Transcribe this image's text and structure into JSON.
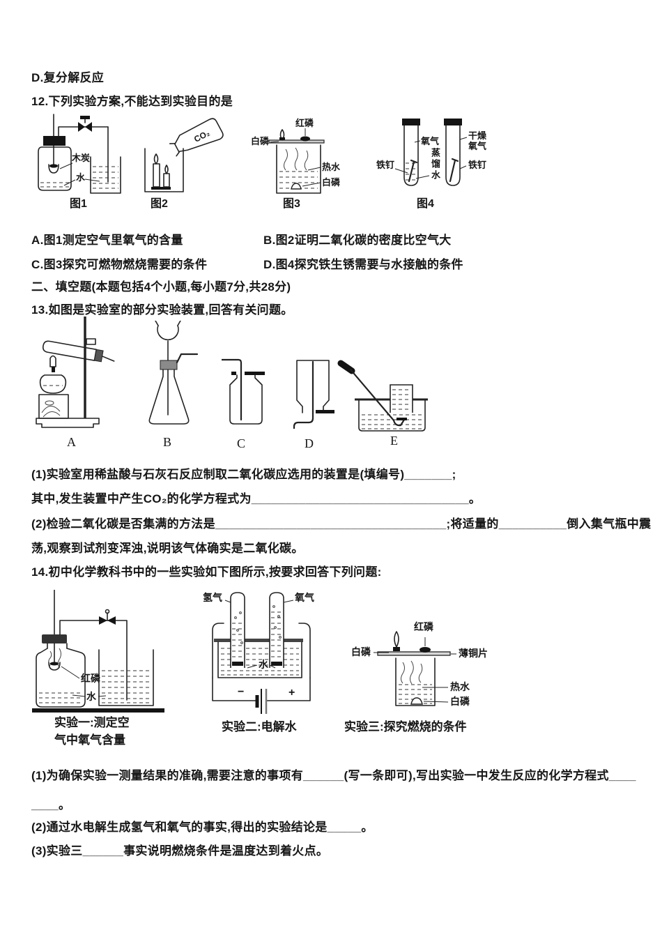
{
  "prev_question": {
    "option_d": "D.复分解反应"
  },
  "q12": {
    "stem": "12.下列实验方案,不能达到实验目的是",
    "fig1": {
      "caption": "图1",
      "labels": {
        "charcoal": "木炭",
        "water": "水"
      }
    },
    "fig2": {
      "caption": "图2",
      "labels": {
        "co2": "CO₂"
      }
    },
    "fig3": {
      "caption": "图3",
      "labels": {
        "red_phosphorus": "红磷",
        "white_phosphorus": "白磷",
        "hot_water": "热水",
        "white_phosphorus_bottom": "白磷"
      }
    },
    "fig4": {
      "caption": "图4",
      "labels": {
        "oxygen": "氧气",
        "iron_nail": "铁钉",
        "distilled_water": "蒸馏水",
        "dry_oxygen": "干燥氧气",
        "iron_nail_right": "铁钉"
      }
    },
    "options": {
      "a": "A.图1测定空气里氧气的含量",
      "b": "B.图2证明二氧化碳的密度比空气大",
      "c": "C.图3探究可燃物燃烧需要的条件",
      "d": "D.图4探究铁生锈需要与水接触的条件"
    }
  },
  "section2": {
    "title": "二、填空题(本题包括4个小题,每小题7分,共28分)"
  },
  "q13": {
    "stem": "13.如图是实验室的部分实验装置,回答有关问题。",
    "apparatus": {
      "a": "A",
      "b": "B",
      "c": "C",
      "d": "D",
      "e": "E"
    },
    "part1_line1": "(1)实验室用稀盐酸与石灰石反应制取二氧化碳应选用的装置是(填编号)_______;",
    "part1_line2": "其中,发生装置中产生CO₂的化学方程式为________________________________。",
    "part2_line1": "(2)检验二氧化碳是否集满的方法是__________________________________;将适量的__________倒入集气瓶中震",
    "part2_line2": "荡,观察到试剂变浑浊,说明该气体确实是二氧化碳。"
  },
  "q14": {
    "stem": "14.初中化学教科书中的一些实验如下图所示,按要求回答下列问题:",
    "exp1": {
      "caption_line1": "实验一:测定空",
      "caption_line2": "气中氧气含量",
      "labels": {
        "red_phosphorus": "红磷",
        "water": "水"
      }
    },
    "exp2": {
      "caption": "实验二:电解水",
      "labels": {
        "hydrogen": "氢气",
        "oxygen": "氧气",
        "water": "水",
        "minus": "−",
        "plus": "+"
      }
    },
    "exp3": {
      "caption": "实验三:探究燃烧的条件",
      "labels": {
        "red_phosphorus": "红磷",
        "white_phosphorus": "白磷",
        "copper_sheet": "薄铜片",
        "hot_water": "热水",
        "white_phosphorus_bottom": "白磷"
      }
    },
    "part1_line1": "(1)为确保实验一测量结果的准确,需要注意的事项有______(写一条即可),写出实验一中发生反应的化学方程式____",
    "part1_line2": "____。",
    "part2": "(2)通过水电解生成氢气和氧气的事实,得出的实验结论是_____。",
    "part3": "(3)实验三______事实说明燃烧条件是温度达到着火点。"
  }
}
